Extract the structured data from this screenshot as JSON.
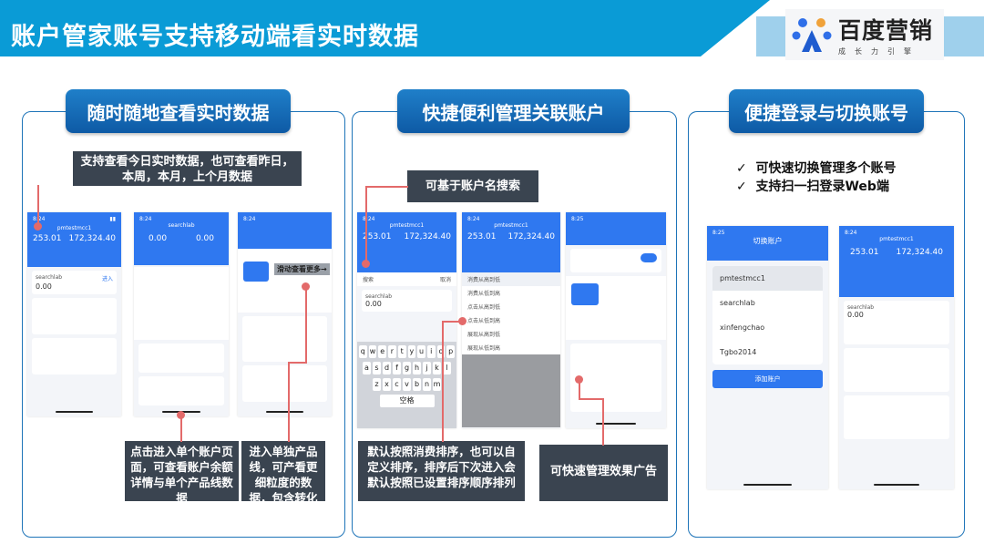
{
  "header": {
    "title": "账户管家账号支持移动端看实时数据",
    "logo_main": "百度营销",
    "logo_sub": "成长力引擎"
  },
  "panels": [
    {
      "title": "随时随地查看实时数据",
      "callout_top_pre": "支持查看",
      "callout_top_bold": "今日实时数据",
      "callout_top_post": "，也可查看昨日，本周，本月，上个月数据",
      "callout_left": "点击进入单个账户页面，可查看账户余额详情与单个产品线数据",
      "callout_right": "进入单独产品线，可产看更细粒度的数据，包含转化",
      "scroll_hint": "滑动查看更多→"
    },
    {
      "title": "快捷便利管理关联账户",
      "callout_search": "可基于账户名搜索",
      "callout_sort": "默认按照消费排序，也可以自定义排序，排序后下次进入会默认按照已设置排序顺序排列",
      "callout_ads": "可快速管理效果广告"
    },
    {
      "title": "便捷登录与切换账号",
      "checks": [
        "可快速切换管理多个账号",
        "支持扫一扫登录Web端"
      ]
    }
  ],
  "phone": {
    "time1": "8:24",
    "time2": "8:25",
    "account": "pmtestmcc1",
    "balance1": "253.01",
    "balance2": "172,324.40",
    "sub_account": "searchlab",
    "zero": "0.00",
    "enter": "进入",
    "search": "搜索",
    "cancel": "取消",
    "space": "空格",
    "switch_title": "切换账户",
    "add_account": "添加账户",
    "switch_list": [
      "pmtestmcc1",
      "searchlab",
      "xinfengchao",
      "Tgbo2014"
    ],
    "sort_options": [
      "消费从高到低",
      "消费从低到高",
      "点击从高到低",
      "点击从低到高",
      "展现从高到低",
      "展现从低到高"
    ],
    "keys": [
      [
        "q",
        "w",
        "e",
        "r",
        "t",
        "y",
        "u",
        "i",
        "o",
        "p"
      ],
      [
        "a",
        "s",
        "d",
        "f",
        "g",
        "h",
        "j",
        "k",
        "l"
      ],
      [
        "z",
        "x",
        "c",
        "v",
        "b",
        "n",
        "m"
      ]
    ]
  }
}
